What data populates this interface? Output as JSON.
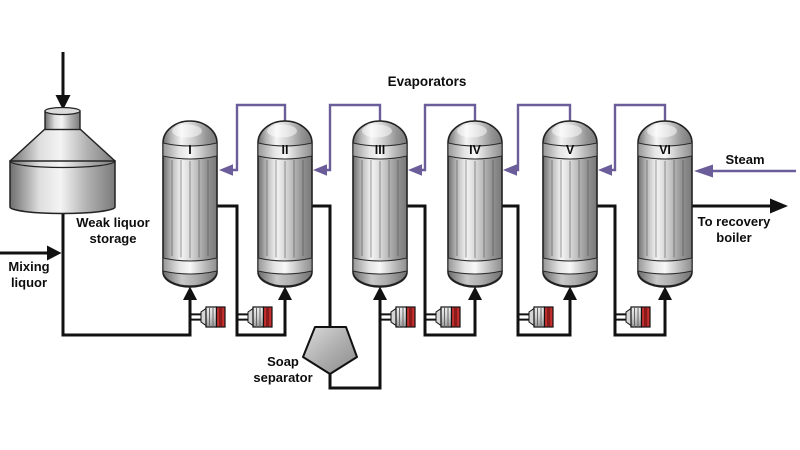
{
  "diagram": {
    "title": "Evaporators",
    "vessels": [
      {
        "label": "I"
      },
      {
        "label": "II"
      },
      {
        "label": "III"
      },
      {
        "label": "IV"
      },
      {
        "label": "V"
      },
      {
        "label": "VI"
      }
    ],
    "labels": {
      "steam": "Steam",
      "to_recovery_boiler": [
        "To recovery",
        "boiler"
      ],
      "weak_liquor_storage": [
        "Weak liquor",
        "storage"
      ],
      "mixing_liquor": [
        "Mixing",
        "liquor"
      ],
      "soap_separator": [
        "Soap",
        "separator"
      ]
    },
    "colors": {
      "vapor_line": "#6b5d99",
      "liquor_line": "#111111",
      "pump_accent": "#c62f2f",
      "vessel_metal_light": "#f4f4f4",
      "vessel_metal_dark": "#787878",
      "background": "#ffffff"
    }
  }
}
